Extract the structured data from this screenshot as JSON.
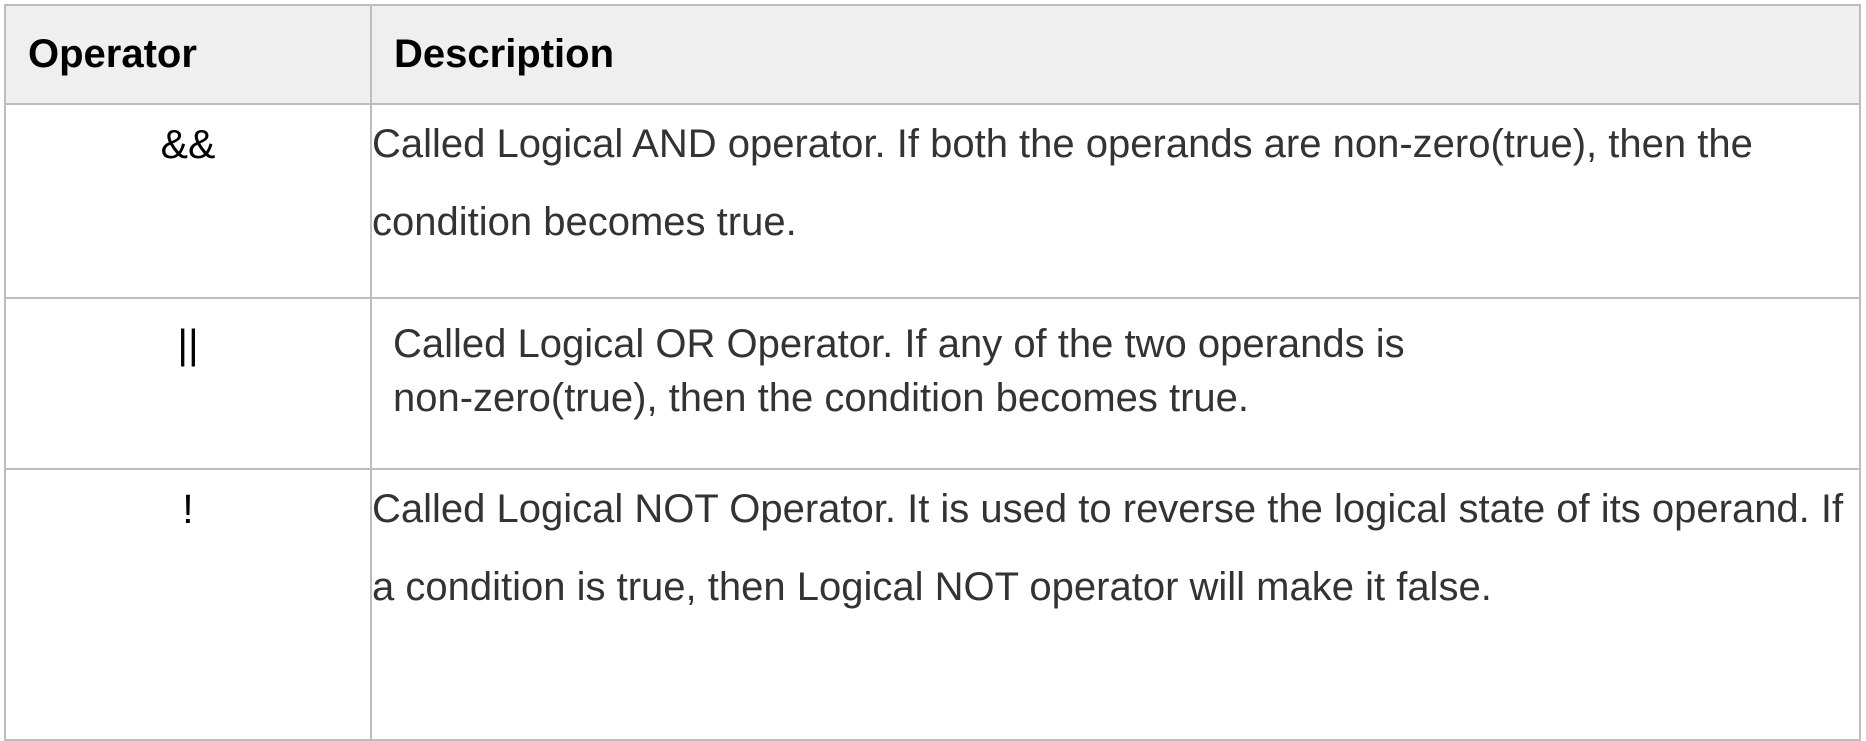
{
  "table": {
    "headers": {
      "operator": "Operator",
      "description": "Description"
    },
    "rows": [
      {
        "operator": "&&",
        "description": "Called Logical AND operator. If both the operands are non-zero(true), then the condition becomes true."
      },
      {
        "operator": "||",
        "description_lines": [
          "Called Logical OR Operator. If any of the two operands is",
          "non-zero(true), then the condition becomes true."
        ]
      },
      {
        "operator": "!",
        "description": "Called Logical NOT Operator. It is used to reverse the logical state of its operand. If a condition is true, then Logical NOT operator will make it false."
      }
    ]
  }
}
